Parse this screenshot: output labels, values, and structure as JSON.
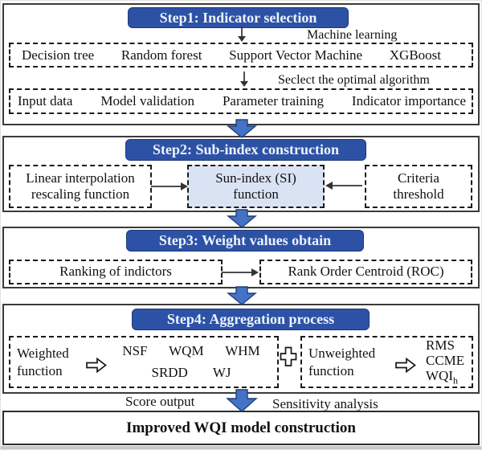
{
  "figure": {
    "step1": {
      "title": "Step1: Indicator selection",
      "ml_label": "Machine learning",
      "algorithms": [
        "Decision tree",
        "Random forest",
        "Support Vector Machine",
        "XGBoost"
      ],
      "select_label": "Seclect the optimal algorithm",
      "process_items": [
        "Input data",
        "Model validation",
        "Parameter training",
        "Indicator importance"
      ]
    },
    "step2": {
      "title": "Step2: Sub-index construction",
      "left_box": "Linear interpolation rescaling function",
      "center_box": "Sun-index (SI) function",
      "right_box": "Criteria threshold"
    },
    "step3": {
      "title": "Step3: Weight values obtain",
      "left_box": "Ranking of indictors",
      "right_box": "Rank Order Centroid (ROC)"
    },
    "step4": {
      "title": "Step4: Aggregation process",
      "weighted_label": "Weighted function",
      "weighted_row1": [
        "NSF",
        "WQM",
        "WHM"
      ],
      "weighted_row2": [
        "SRDD",
        "WJ"
      ],
      "unweighted_label": "Unweighted function",
      "unweighted_items": [
        "RMS",
        "CCME"
      ],
      "wqi_base": "WQI",
      "wqi_sub": "h"
    },
    "score_label": "Score output",
    "sensitivity_label": "Sensitivity analysis",
    "final_title": "Improved WQI model construction"
  },
  "colors": {
    "header_blue": "#2d52a5",
    "header_text": "#ecf3fd",
    "arrow_fill": "#4472c4",
    "arrow_stroke": "#1f3e7d",
    "subindex_fill": "#dae3f4"
  }
}
